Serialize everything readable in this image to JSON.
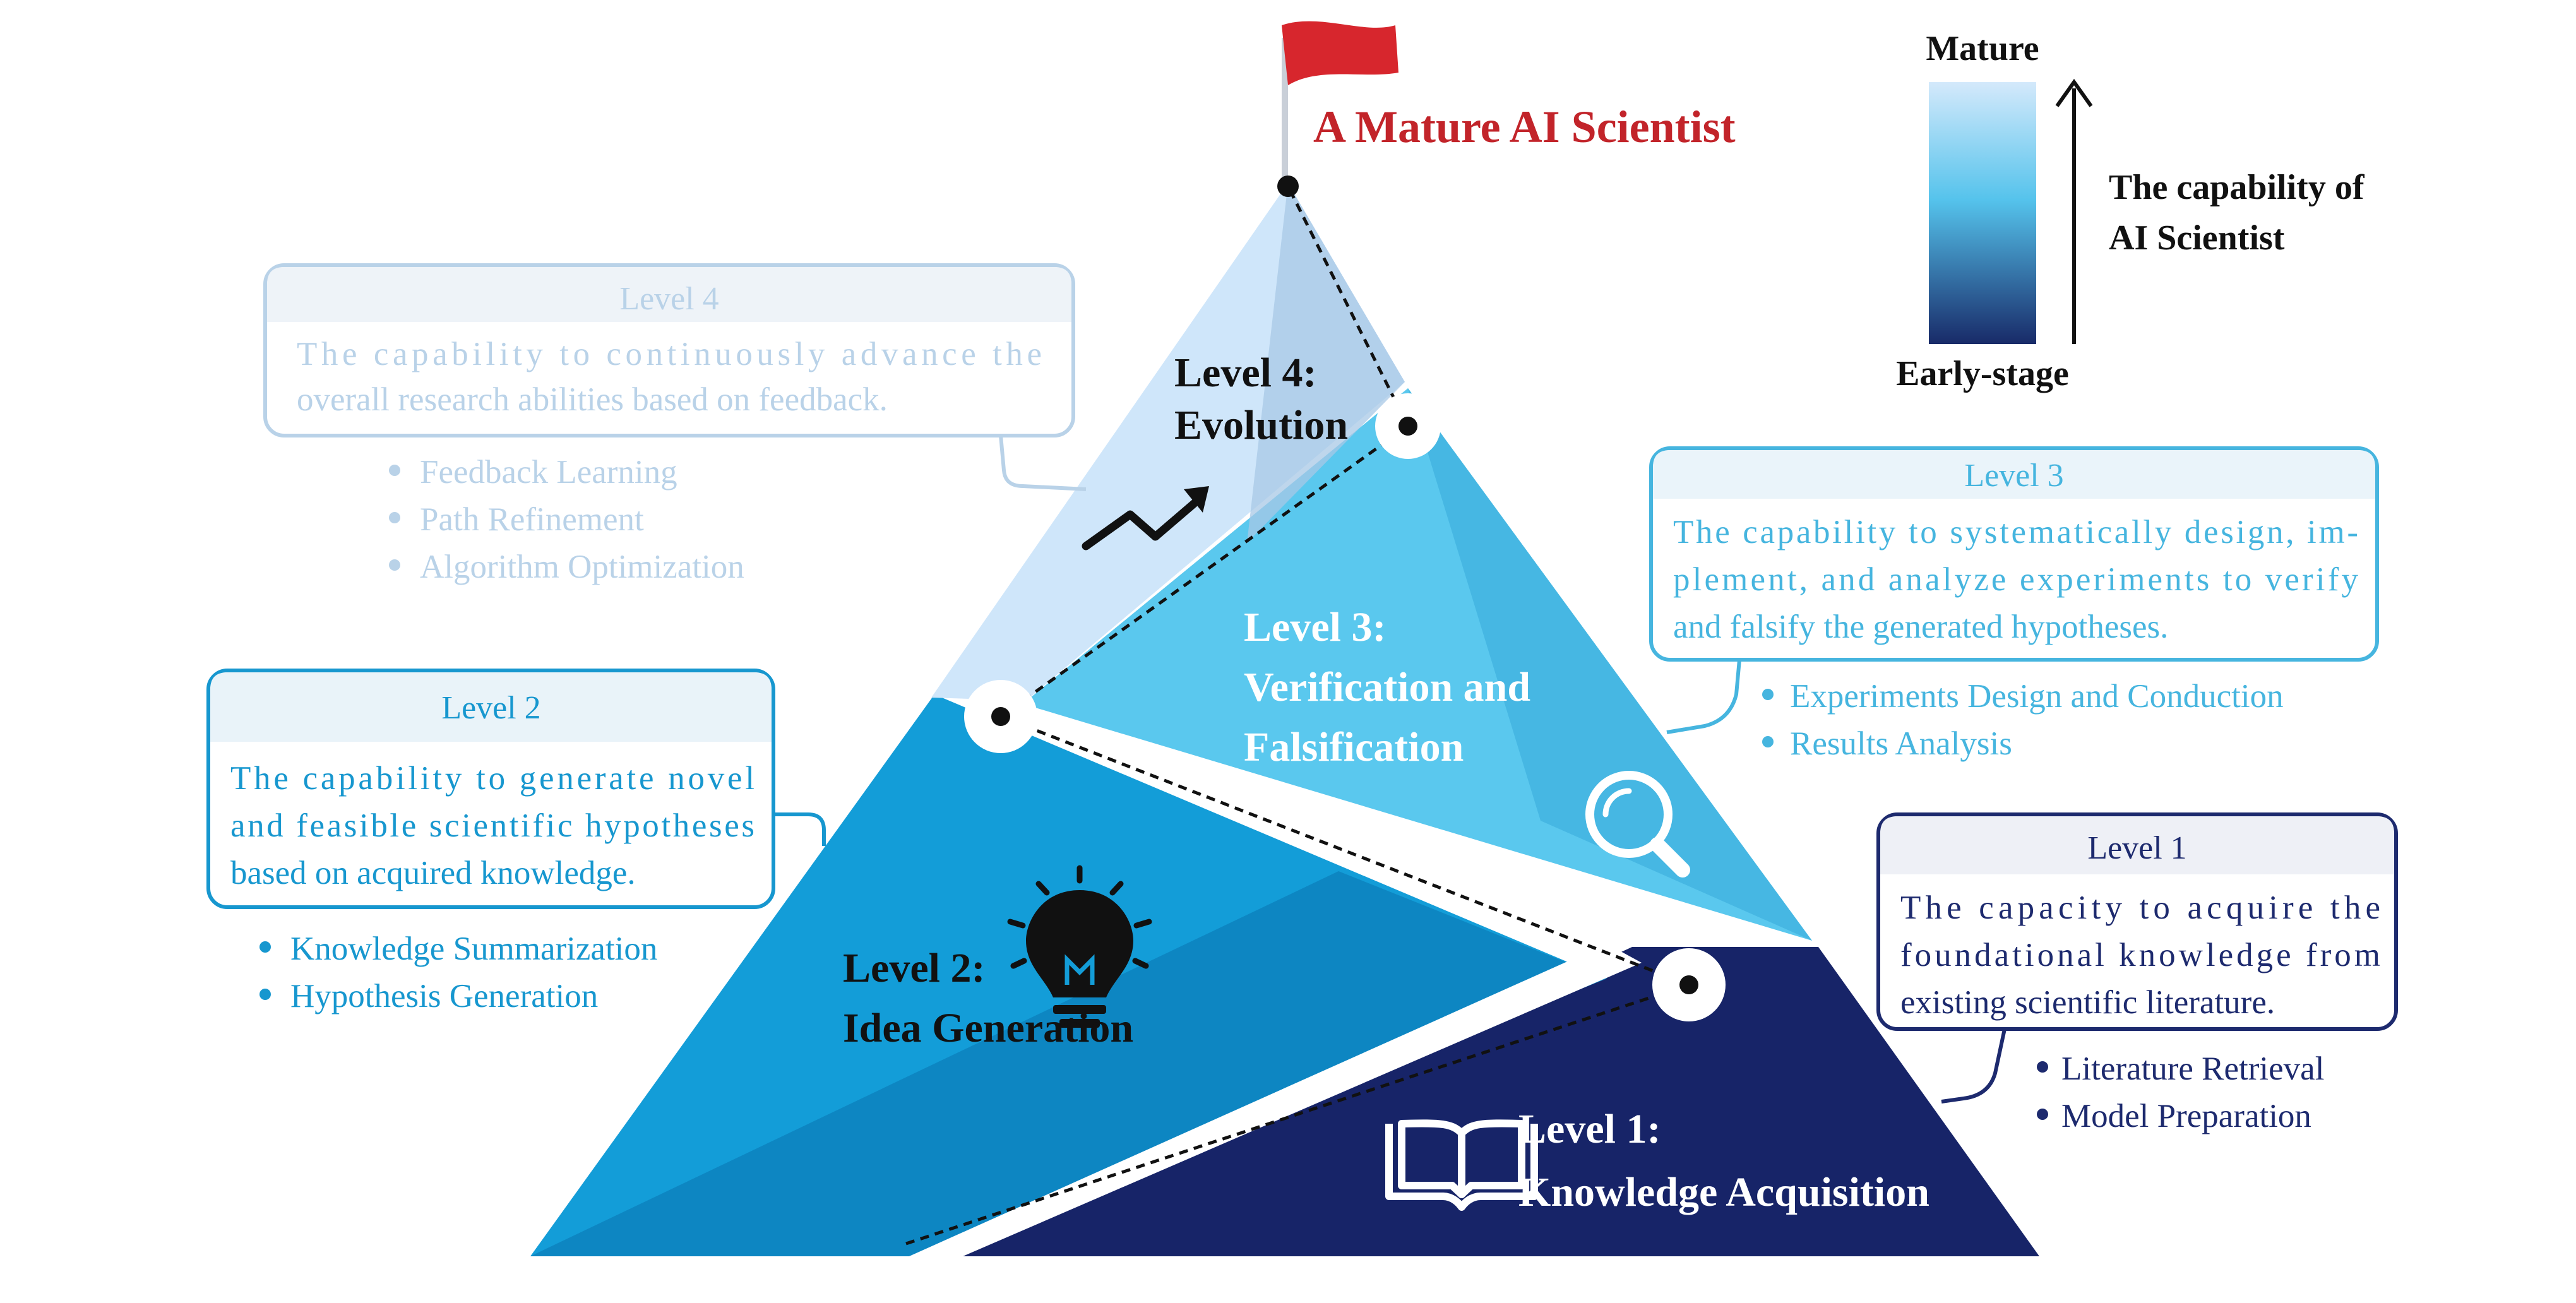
{
  "title": "A Mature AI Scientist",
  "legend": {
    "top": "Mature",
    "bottom": "Early-stage",
    "caption_line1": "The capability of",
    "caption_line2": "AI Scientist",
    "gradient_top": "#d4e9fb",
    "gradient_mid": "#55c3ec",
    "gradient_bottom": "#182a68"
  },
  "colors": {
    "flag": "#d7262d",
    "title": "#c2242a",
    "level1_fill": "#172468",
    "level2_fill": "#139dd8",
    "level2_shade": "#0d86c2",
    "level3_fill": "#5ac8ee",
    "level3_shade": "#3fb3e0",
    "level4_fill": "#cfe6fa",
    "level4_shade": "#a8c8e6",
    "level1_text": "#1d2a6e",
    "level2_text": "#1797cf",
    "level3_text": "#46b5df",
    "level4_text": "#b9d2e8"
  },
  "levels": [
    {
      "id": 1,
      "pyramid_line1": "Level 1:",
      "pyramid_line2": "Knowledge Acquisition",
      "icon": "book-icon",
      "box_title": "Level 1",
      "box_lines": [
        "The capacity to acquire the",
        "foundational knowledge from",
        "existing scientific literature."
      ],
      "bullets": [
        "Literature Retrieval",
        "Model Preparation"
      ]
    },
    {
      "id": 2,
      "pyramid_line1": "Level 2:",
      "pyramid_line2": "Idea Generation",
      "icon": "lightbulb-icon",
      "box_title": "Level 2",
      "box_lines": [
        "The capability to generate novel",
        "and feasible scientific hypotheses",
        "based on acquired knowledge."
      ],
      "bullets": [
        "Knowledge Summarization",
        "Hypothesis Generation"
      ]
    },
    {
      "id": 3,
      "pyramid_line1": "Level 3:",
      "pyramid_line2": "Verification and",
      "pyramid_line3": "Falsification",
      "icon": "magnifier-icon",
      "box_title": "Level 3",
      "box_lines": [
        "The capability to systematically design, im-",
        "plement, and analyze experiments to verify",
        "and falsify the generated  hypotheses."
      ],
      "bullets": [
        "Experiments Design and Conduction",
        "Results Analysis"
      ]
    },
    {
      "id": 4,
      "pyramid_line1": "Level 4:",
      "pyramid_line2": "Evolution",
      "icon": "trend-arrow-icon",
      "box_title": "Level 4",
      "box_lines": [
        "The capability to continuously advance the",
        "overall research abilities based on feedback."
      ],
      "bullets": [
        "Feedback Learning",
        "Path Refinement",
        "Algorithm Optimization"
      ]
    }
  ]
}
